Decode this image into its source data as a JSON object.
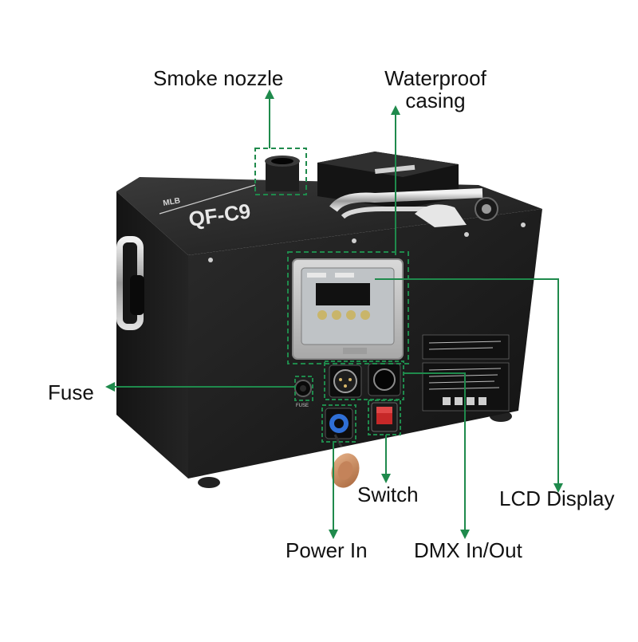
{
  "labels": {
    "smoke_nozzle": "Smoke nozzle",
    "waterproof_casing": "Waterproof casing",
    "fuse": "Fuse",
    "switch": "Switch",
    "lcd_display": "LCD Display",
    "power_in": "Power In",
    "dmx_in_out": "DMX In/Out"
  },
  "device": {
    "model_text": "QF-C9",
    "brand_text": "MLB",
    "fuse_panel_text": "FUSE"
  },
  "colors": {
    "callout_line": "#1f8a4c",
    "body": "#1b1b1b",
    "label_text": "#111111"
  }
}
